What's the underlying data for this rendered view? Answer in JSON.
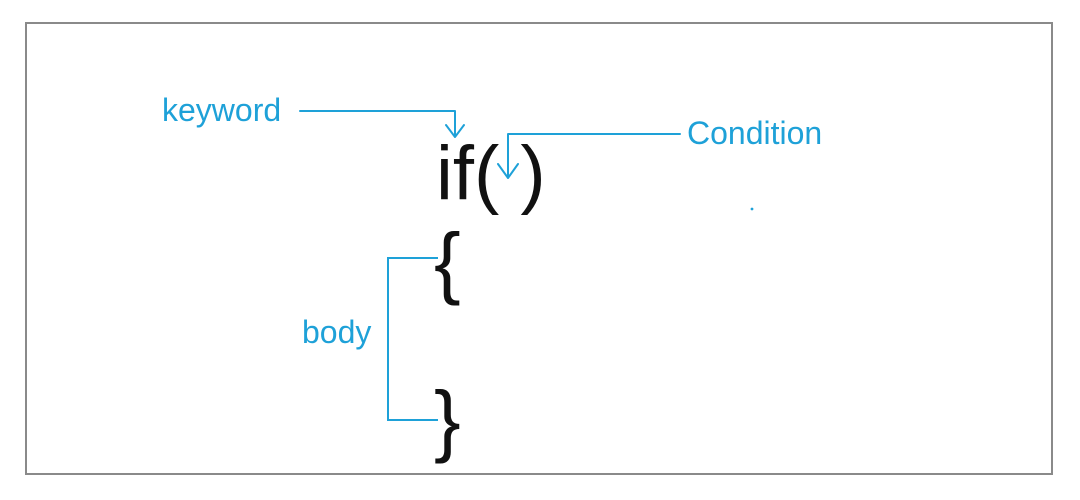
{
  "diagram": {
    "labels": {
      "keyword": "keyword",
      "condition": "Condition",
      "body": "body"
    },
    "code": {
      "statement": "if( )",
      "open_brace": "{",
      "close_brace": "}"
    },
    "colors": {
      "annotation": "#1ea1d8",
      "code": "#111111",
      "border": "#8a8a8a"
    }
  }
}
